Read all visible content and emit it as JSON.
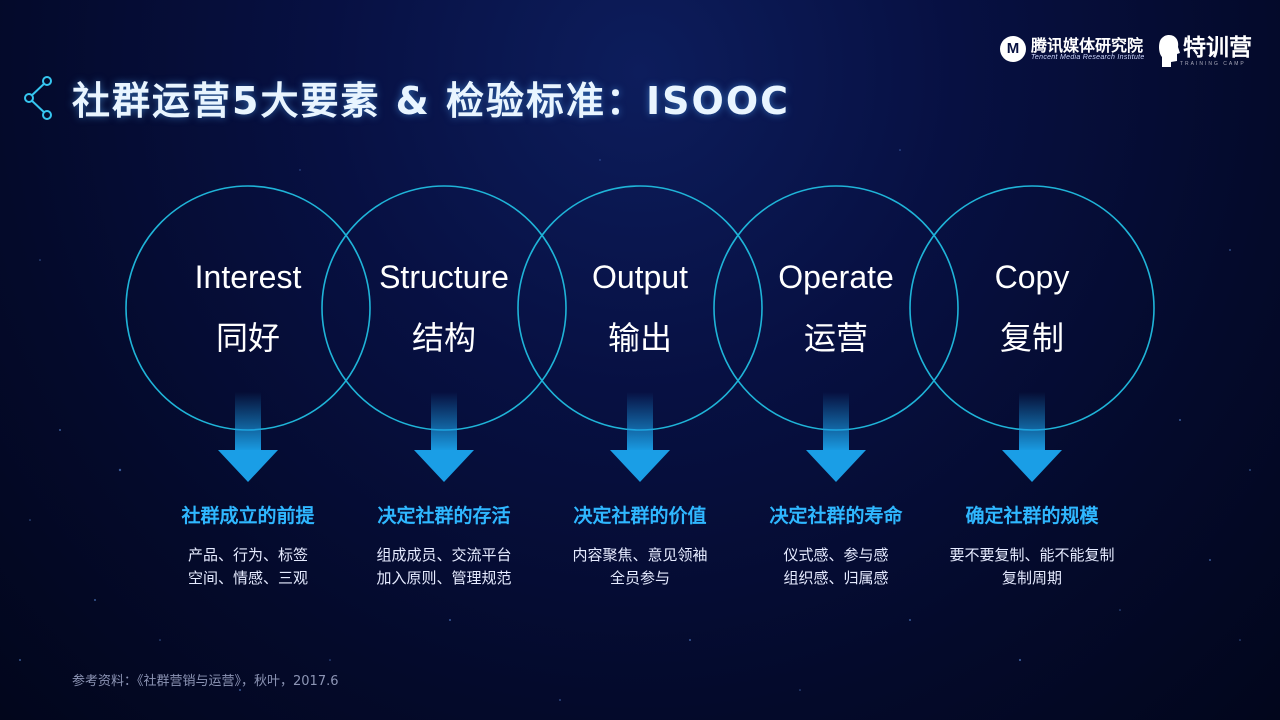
{
  "title": "社群运营5大要素 & 检验标准：ISOOC",
  "logos": {
    "tencent_mark": "M",
    "tencent_cn": "腾讯媒体研究院",
    "tencent_en": "Tencent Media Research Institute",
    "camp_cn": "特训营",
    "camp_en": "TRAINING CAMP"
  },
  "colors": {
    "accent": "#2fb7ff",
    "circle_stroke": "#1fb4d8",
    "background": "#040a2b"
  },
  "pillars": [
    {
      "en": "Interest",
      "cn": "同好",
      "heading": "社群成立的前提",
      "line1": "产品、行为、标签",
      "line2": "空间、情感、三观"
    },
    {
      "en": "Structure",
      "cn": "结构",
      "heading": "决定社群的存活",
      "line1": "组成成员、交流平台",
      "line2": "加入原则、管理规范"
    },
    {
      "en": "Output",
      "cn": "输出",
      "heading": "决定社群的价值",
      "line1": "内容聚焦、意见领袖",
      "line2": "全员参与"
    },
    {
      "en": "Operate",
      "cn": "运营",
      "heading": "决定社群的寿命",
      "line1": "仪式感、参与感",
      "line2": "组织感、归属感"
    },
    {
      "en": "Copy",
      "cn": "复制",
      "heading": "确定社群的规模",
      "line1": "要不要复制、能不能复制",
      "line2": "复制周期"
    }
  ],
  "reference": "参考资料：《社群营销与运营》，秋叶，2017.6"
}
